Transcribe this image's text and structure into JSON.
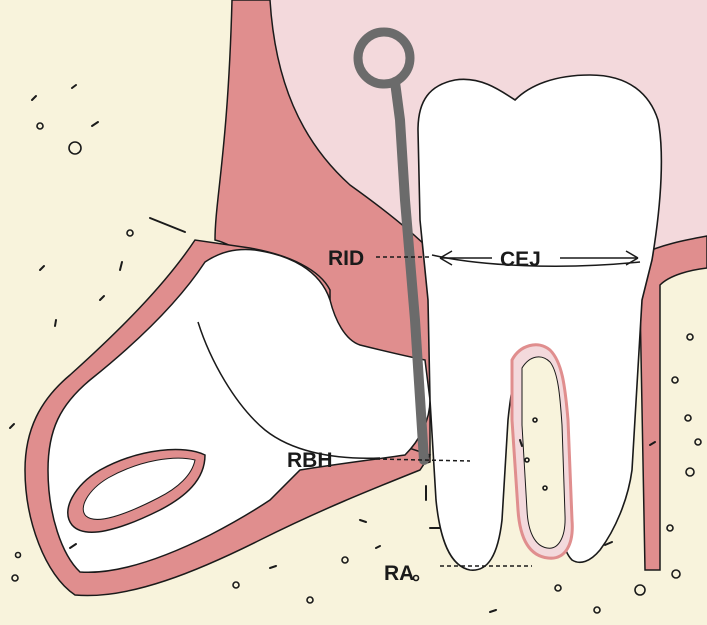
{
  "labels": {
    "rid": "RID",
    "cej": "CEJ",
    "rbh": "RBH",
    "ra": "RA"
  },
  "colors": {
    "gingiva": "#e08e8e",
    "gingiva_light": "#f3d9dc",
    "bone": "#f8f3dc",
    "tooth": "#ffffff",
    "probe": "#6b6b6b",
    "outline": "#1a1a1a"
  }
}
